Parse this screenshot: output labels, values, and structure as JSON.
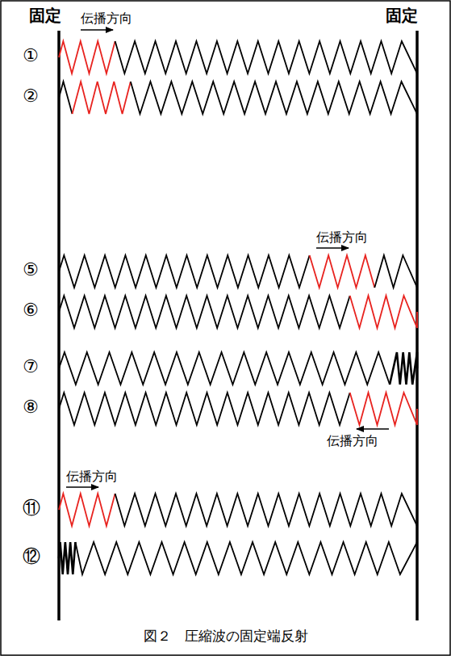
{
  "diagram": {
    "caption": "図２　圧縮波の固定端反射",
    "labels": [
      "固定",
      "伝播方向",
      "固定",
      "①",
      "②",
      "伝播方向",
      "⑤",
      "⑥",
      "⑦",
      "⑧",
      "伝播方向",
      "伝播方向",
      "⑪",
      "⑫"
    ]
  }
}
